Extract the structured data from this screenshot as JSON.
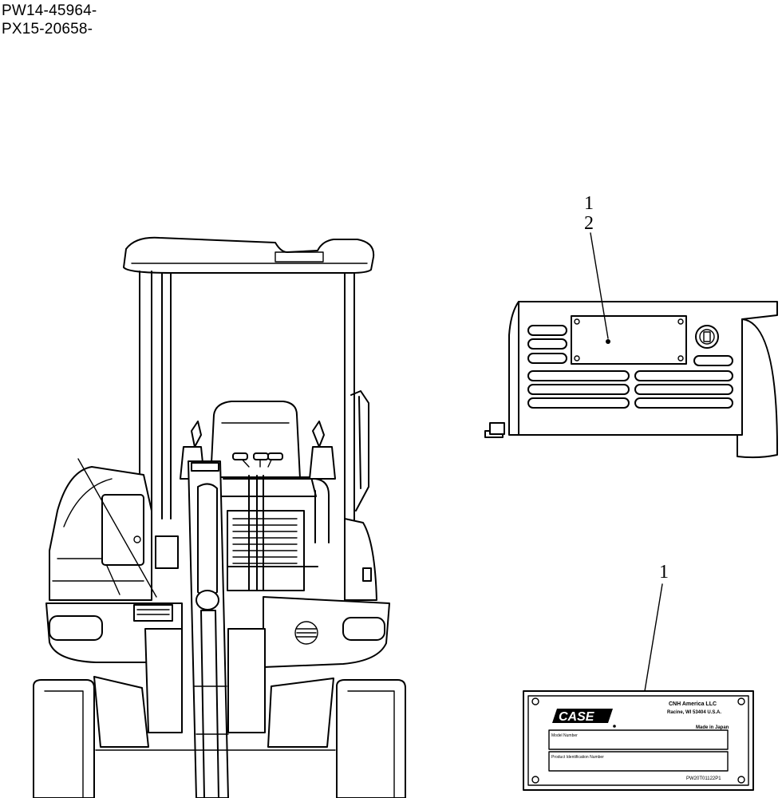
{
  "header": {
    "serial_range_1": "PW14-45964-",
    "serial_range_2": "PX15-20658-"
  },
  "callouts": {
    "panel_item_1": "1",
    "panel_item_2": "2",
    "plate_item_1": "1"
  },
  "plate": {
    "brand": "CASE",
    "company": "CNH America LLC",
    "address": "Racine, WI 53404 U.S.A.",
    "origin": "Made in Japan",
    "model_label": "Model Number",
    "pin_label": "Product Identification Number",
    "part_code": "PW20T01122P1"
  }
}
